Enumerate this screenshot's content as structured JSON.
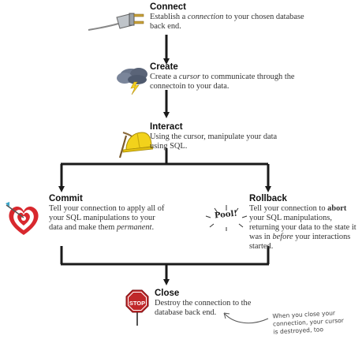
{
  "steps": {
    "connect": {
      "title": "Connect",
      "desc_pre": "Establish a ",
      "desc_em": "connection",
      "desc_post": " to your chosen database back end."
    },
    "create": {
      "title": "Create",
      "desc_pre": "Create a ",
      "desc_em": "cursor",
      "desc_post": " to communicate through the connectoin to your data."
    },
    "interact": {
      "title": "Interact",
      "desc": "Using the cursor, manipulate your data using SQL."
    },
    "commit": {
      "title": "Commit",
      "desc_pre": "Tell your connection to apply all of your SQL manipulations to your data and make them ",
      "desc_em": "permanent",
      "desc_post": "."
    },
    "rollback": {
      "title": "Rollback",
      "desc_pre": "Tell your connection to ",
      "desc_b": "abort",
      "desc_mid": " your SQL manipulations, returning your data to the state it was in ",
      "desc_em": "before",
      "desc_post": " your interactions started."
    },
    "close": {
      "title": "Close",
      "desc": "Destroy the connection to the database back end."
    }
  },
  "icons": {
    "connect": "plug-icon",
    "create": "storm-cloud-icon",
    "interact": "hard-hat-pickaxe-icon",
    "commit": "target-heart-icon",
    "rollback": "pool-splash-icon",
    "close": "stop-sign-icon"
  },
  "labels": {
    "pool": "Pool!",
    "stop": "STOP"
  },
  "annotation": "When you close your connection, your cursor is destroyed, too",
  "colors": {
    "arrow": "#1a1a1a",
    "stop_red": "#c0282a",
    "target_red": "#d8282e",
    "hat_yellow": "#f2d21b",
    "cloud": "#5f6a80"
  }
}
